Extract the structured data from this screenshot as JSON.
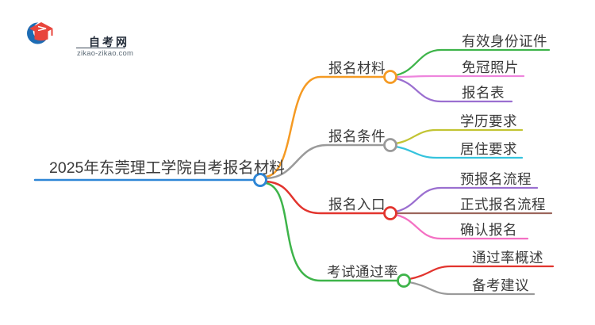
{
  "logo": {
    "title": "自考网",
    "domain": "zikao-zikao.com",
    "icon": "graduation-cap-icon",
    "colors": {
      "crescent_blue": "#1d6cb4",
      "cap_red": "#e8453c",
      "title_navy": "#222b38"
    }
  },
  "mindmap": {
    "root": {
      "label": "2025年东莞理工学院自考报名材料",
      "color": "#2e86d6"
    },
    "branches": [
      {
        "label": "报名材料",
        "color": "#f59a23",
        "children": [
          {
            "label": "有效身份证件",
            "color": "#3eb44a"
          },
          {
            "label": "免冠照片",
            "color": "#ee85dd"
          },
          {
            "label": "报名表",
            "color": "#9b6fd0"
          }
        ]
      },
      {
        "label": "报名条件",
        "color": "#9a9a9a",
        "children": [
          {
            "label": "学历要求",
            "color": "#c2c433"
          },
          {
            "label": "居住要求",
            "color": "#35c3dd"
          }
        ]
      },
      {
        "label": "报名入口",
        "color": "#e2342e",
        "children": [
          {
            "label": "预报名流程",
            "color": "#9b6fd0"
          },
          {
            "label": "正式报名流程",
            "color": "#9c655c"
          },
          {
            "label": "确认报名",
            "color": "#f470c3"
          }
        ]
      },
      {
        "label": "考试通过率",
        "color": "#3eb44a",
        "children": [
          {
            "label": "通过率概述",
            "color": "#e2342e"
          },
          {
            "label": "备考建议",
            "color": "#9a9a9a"
          }
        ]
      }
    ]
  }
}
